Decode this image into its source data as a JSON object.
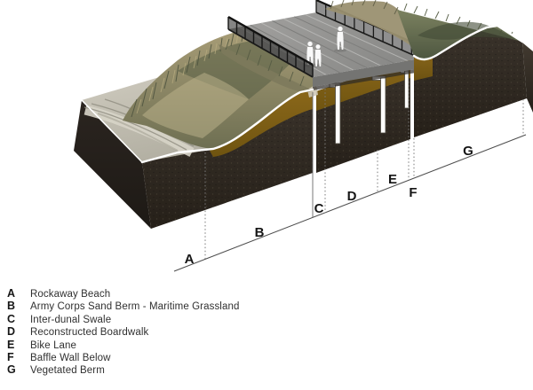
{
  "diagram": {
    "kind": "axonometric-dune-section",
    "zones": [
      {
        "letter": "A",
        "label": "Rockaway Beach"
      },
      {
        "letter": "B",
        "label": "Army Corps Sand Berm - Maritime Grassland"
      },
      {
        "letter": "C",
        "label": "Inter-dunal Swale"
      },
      {
        "letter": "D",
        "label": "Reconstructed Boardwalk"
      },
      {
        "letter": "E",
        "label": "Bike Lane"
      },
      {
        "letter": "F",
        "label": "Baffle Wall Below"
      },
      {
        "letter": "G",
        "label": "Vegetated Berm"
      }
    ],
    "colors": {
      "soil": "#2e2822",
      "sand_berm": "#82621a",
      "beach_sand": "#c8c4b8",
      "grassland": "#8b8568",
      "vegetated_berm": "#6b7354",
      "boardwalk_deck": "#979795",
      "railing": "#1c1c1c",
      "cut_outline": "#ffffff",
      "dimension_line": "#4d4d4d",
      "text": "#1f1f1f"
    }
  }
}
